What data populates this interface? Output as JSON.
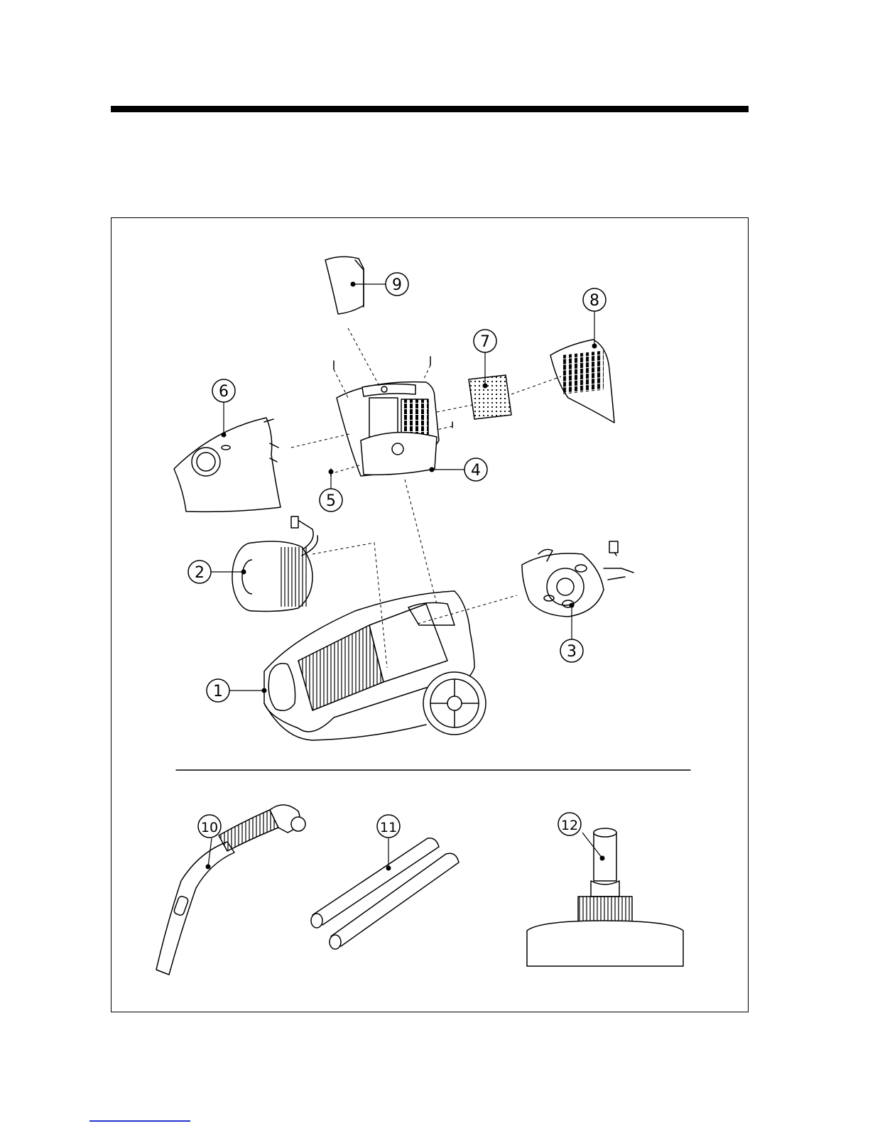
{
  "callouts": [
    {
      "id": "1",
      "label": "1",
      "name": "callout-1-body"
    },
    {
      "id": "2",
      "label": "2",
      "name": "callout-2-motor"
    },
    {
      "id": "3",
      "label": "3",
      "name": "callout-3-cord-reel"
    },
    {
      "id": "4",
      "label": "4",
      "name": "callout-4-dust-chamber"
    },
    {
      "id": "5",
      "label": "5",
      "name": "callout-5-screw"
    },
    {
      "id": "6",
      "label": "6",
      "name": "callout-6-front-cover"
    },
    {
      "id": "7",
      "label": "7",
      "name": "callout-7-filter"
    },
    {
      "id": "8",
      "label": "8",
      "name": "callout-8-exhaust-grille"
    },
    {
      "id": "9",
      "label": "9",
      "name": "callout-9-handle-cover"
    },
    {
      "id": "10",
      "label": "10",
      "name": "callout-10-hose"
    },
    {
      "id": "11",
      "label": "11",
      "name": "callout-11-extension-tubes"
    },
    {
      "id": "12",
      "label": "12",
      "name": "callout-12-floor-nozzle"
    }
  ],
  "colors": {
    "line": "#000000",
    "fill": "#ffffff",
    "shade": "#d9d9d9",
    "link": "#2233cc"
  }
}
